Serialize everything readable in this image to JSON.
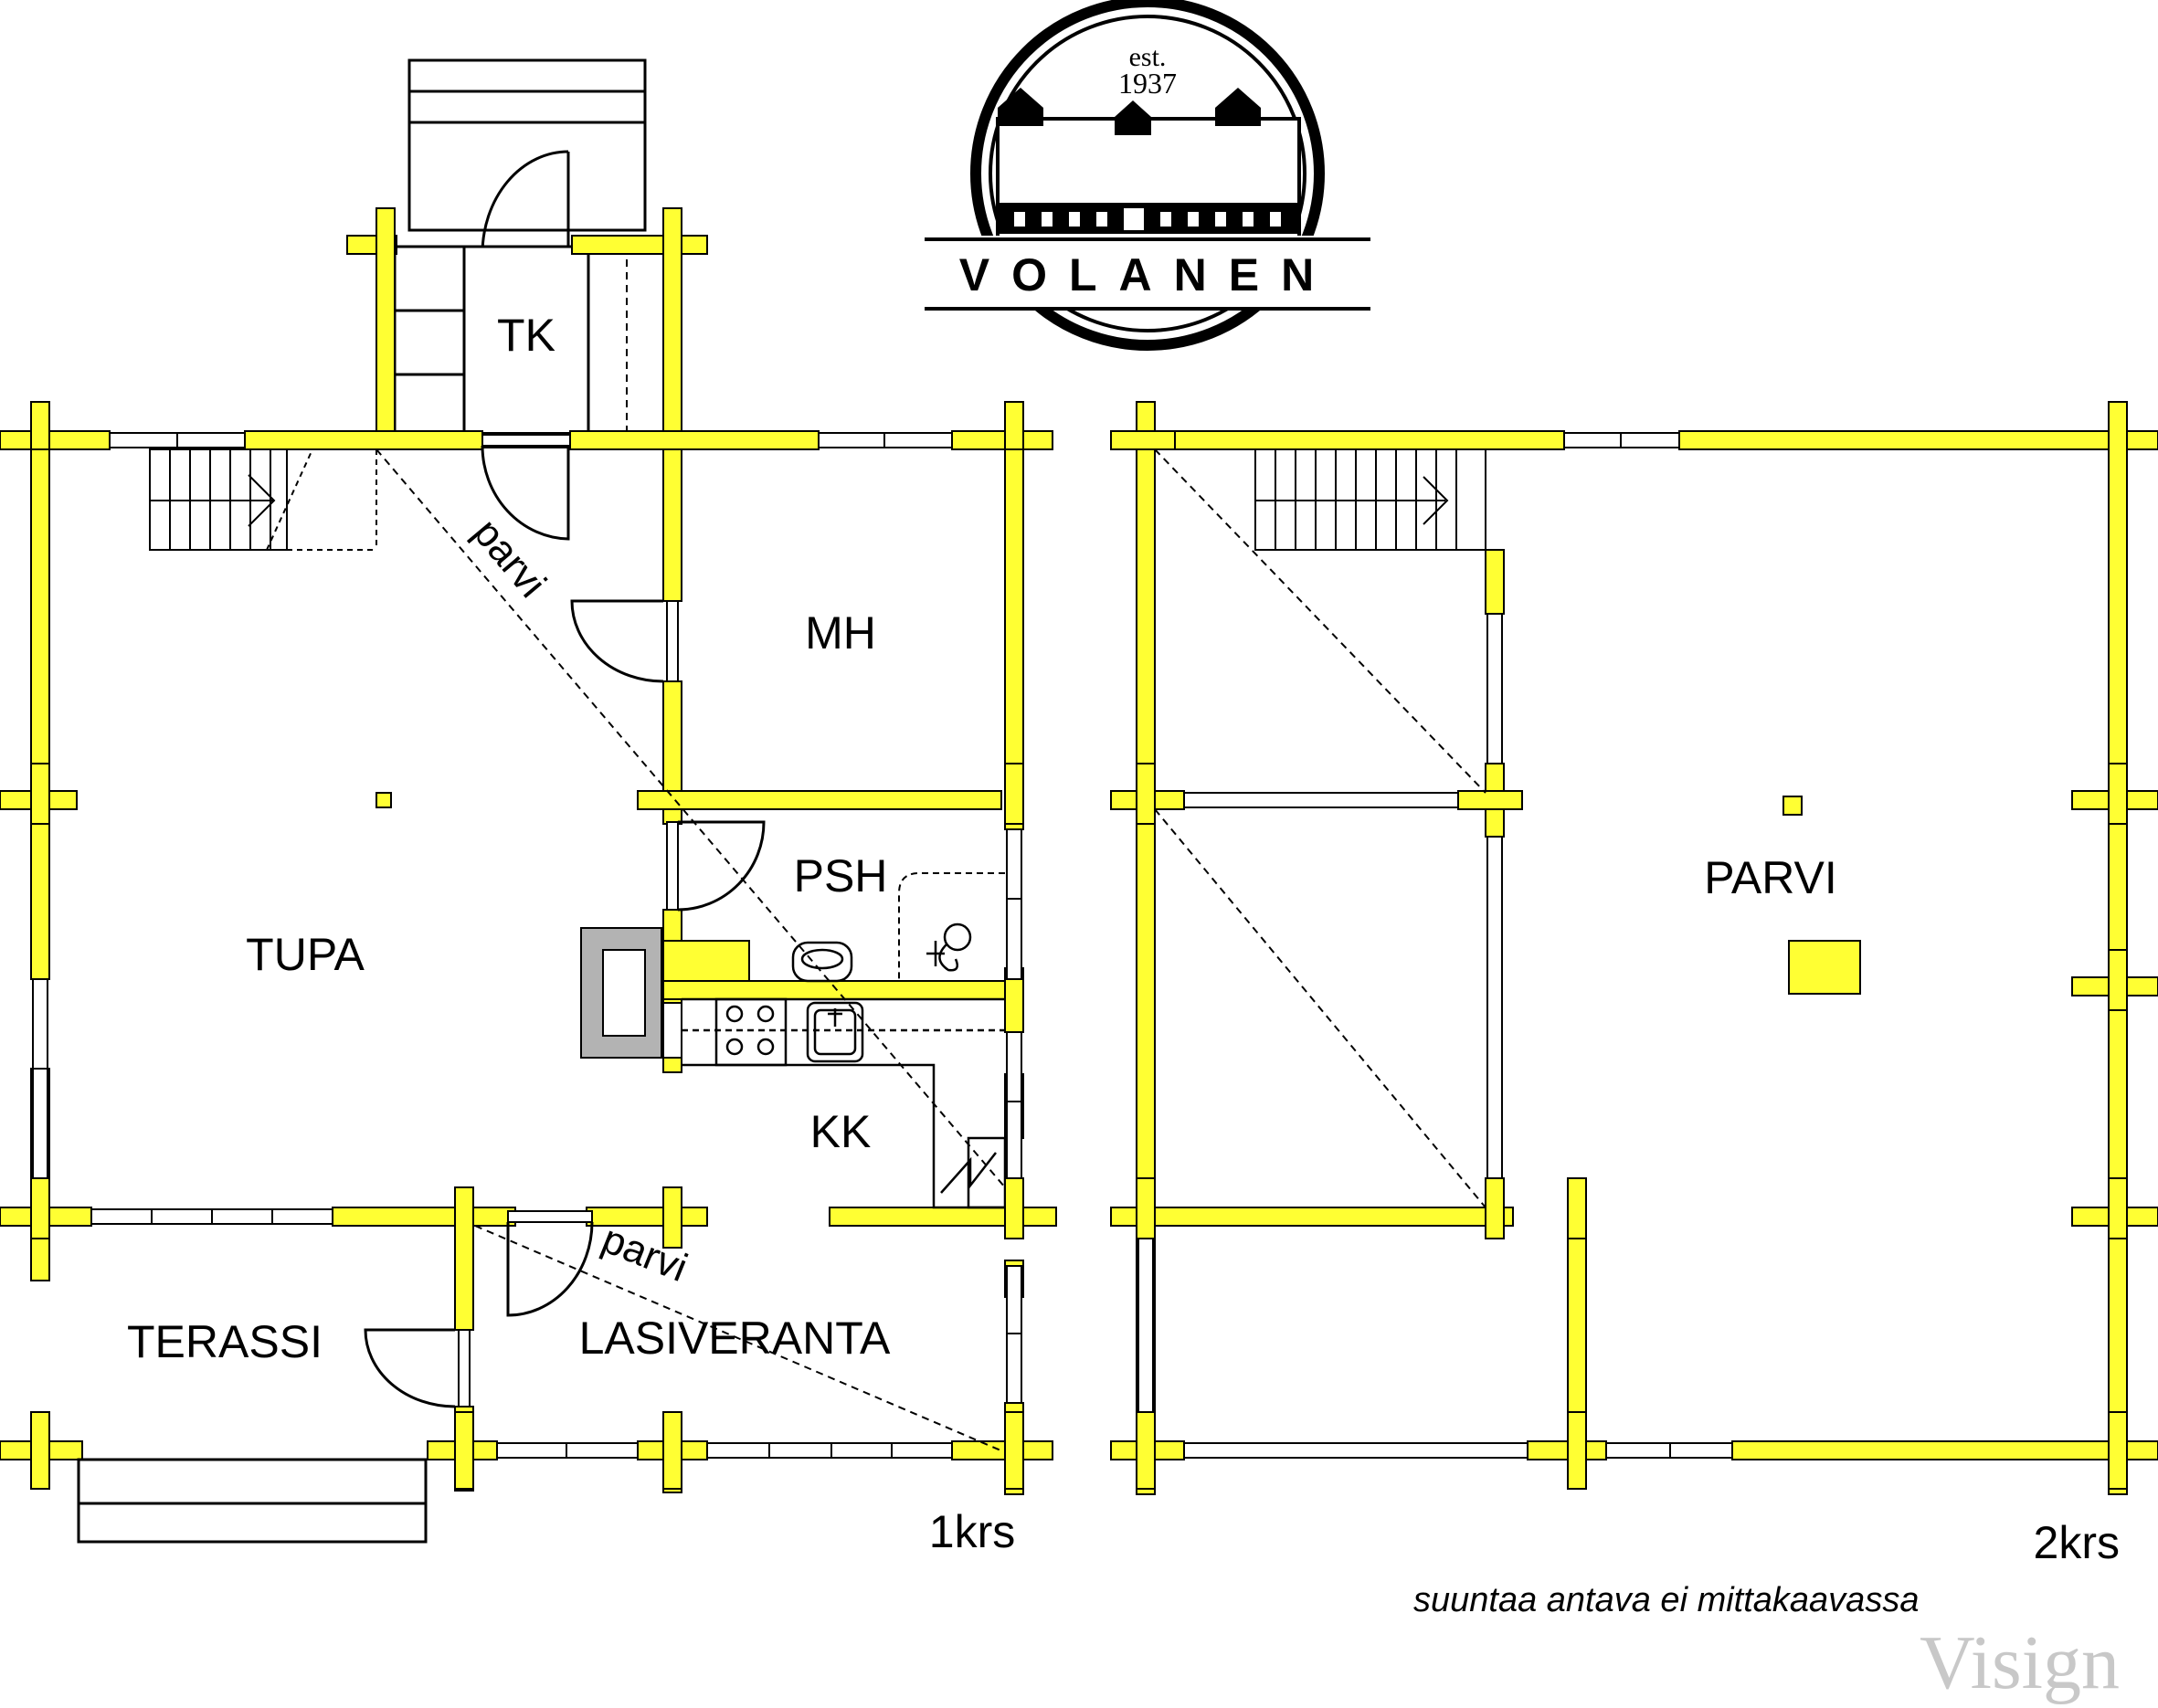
{
  "logo": {
    "est": "est.",
    "year": "1937",
    "name": "VOLANEN"
  },
  "floor1": {
    "label": "1krs",
    "rooms": {
      "tk": "TK",
      "mh": "MH",
      "psh": "PSH",
      "tupa": "TUPA",
      "kk": "KK",
      "terassi": "TERASSI",
      "lasiveranta": "LASIVERANTA"
    },
    "parvi_notes": [
      "parvi",
      "parvi"
    ]
  },
  "floor2": {
    "label": "2krs",
    "rooms": {
      "parvi": "PARVI"
    }
  },
  "note": "suuntaa antava ei mittakaavassa",
  "watermark": "Visign",
  "colors": {
    "wall": "#ffff33",
    "line": "#000000",
    "fireplace": "#b3b3b3"
  }
}
